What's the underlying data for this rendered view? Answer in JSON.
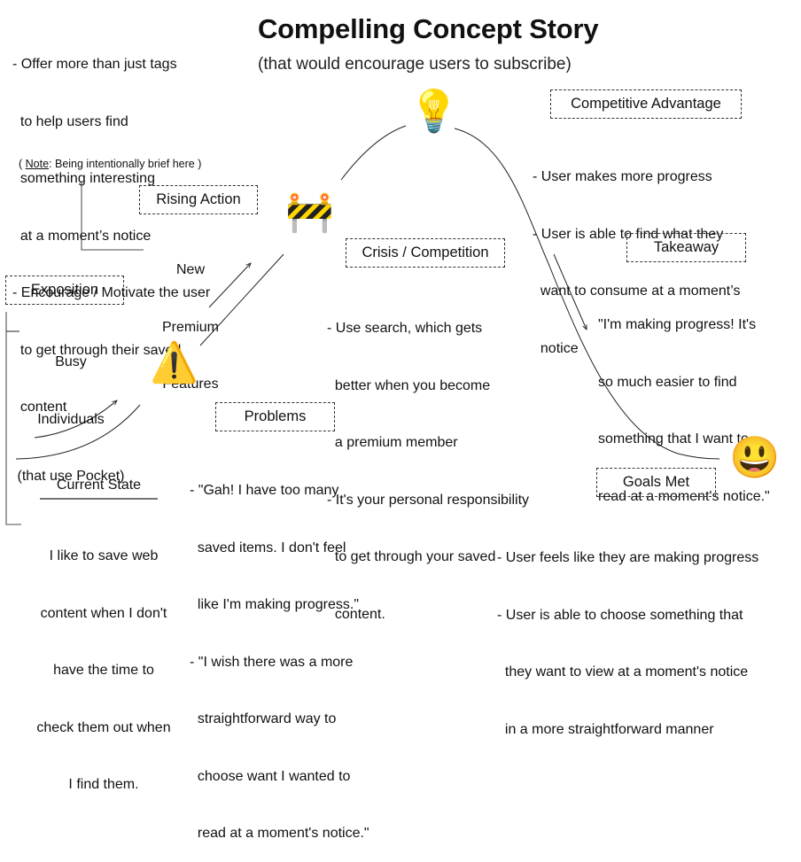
{
  "title": "Compelling Concept Story",
  "subtitle": "(that would encourage users to subscribe)",
  "top_notes": {
    "lines": [
      "- Offer more than just tags",
      "  to help users find",
      "  something interesting",
      "  at a moment’s notice",
      "- Encourage / Motivate the user",
      "  to get through their saved",
      "  content"
    ],
    "note_prefix": "( ",
    "note_label": "Note",
    "note_text": ": Being intentionally brief here )"
  },
  "sections": {
    "exposition": {
      "label": "Exposition",
      "lines": [
        "Busy",
        "Individuals",
        "(that use Pocket)"
      ]
    },
    "current_state": {
      "label": "Current State",
      "lines": [
        "I like to save web",
        "content when I don't",
        "have the time to",
        "check them out when",
        "I find them."
      ]
    },
    "rising_action": {
      "label": "Rising Action",
      "lines": [
        "New",
        "Premium",
        "Features"
      ]
    },
    "problems": {
      "label": "Problems",
      "lines": [
        "- \"Gah! I have too many",
        "  saved items. I don't feel",
        "  like I'm making progress.\"",
        "- \"I wish there was a more",
        "  straightforward way to",
        "  choose want I wanted to",
        "  read at a moment's notice.\""
      ]
    },
    "crisis": {
      "label": "Crisis / Competition",
      "lines": [
        "- Use search, which gets",
        "  better when you become",
        "  a premium member",
        "- It's your personal responsibility",
        "  to get through your saved",
        "  content."
      ]
    },
    "competitive_advantage": {
      "label": "Competitive Advantage",
      "lines": [
        "- User makes more progress",
        "- User is able to find what they",
        "  want to consume at a moment’s",
        "  notice"
      ]
    },
    "takeaway": {
      "label": "Takeaway",
      "lines": [
        "\"I'm making progress! It's",
        "so much easier to find",
        "something that I want to",
        "read at a moment's notice.\""
      ]
    },
    "goals_met": {
      "label": "Goals Met",
      "lines": [
        "- User feels like they are making progress",
        "- User is able to choose something that",
        "  they want to view at a moment's notice",
        "  in a more straightforward manner"
      ]
    }
  },
  "icons": {
    "warning": "⚠️",
    "construction": "🚧",
    "lightbulb": "💡",
    "smiley": "😃"
  }
}
